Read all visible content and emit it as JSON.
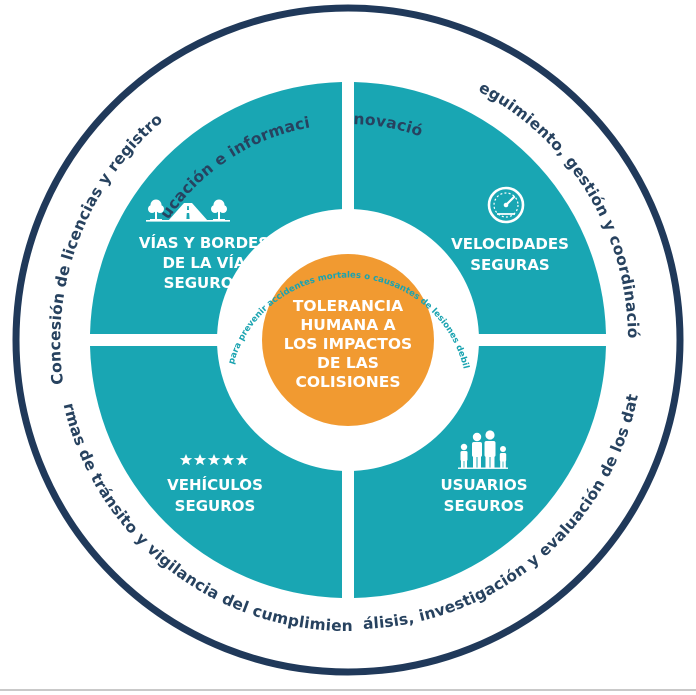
{
  "colors": {
    "teal": "#19a6b3",
    "navy": "#20395a",
    "orange": "#f19a31",
    "white": "#ffffff"
  },
  "ring_labels": {
    "top_left": "Educación e información",
    "top": "Innovación",
    "right_upper": "Seguimiento, gestión y coordinación",
    "left_upper": "Concesión de licencias y registro",
    "left_lower": "Normas de tránsito y vigilancia del cumplimiento",
    "bottom_right": "Análisis, investigación y evaluación de los datos"
  },
  "quadrants": {
    "top_left": {
      "lines": [
        "VÍAS Y BORDES",
        "DE LA VÍA",
        "SEGUROS"
      ],
      "icon": "road-trees-icon"
    },
    "top_right": {
      "lines": [
        "VELOCIDADES",
        "SEGURAS"
      ],
      "icon": "speedometer-icon"
    },
    "bottom_left": {
      "lines": [
        "VEHÍCULOS",
        "SEGUROS"
      ],
      "icon": "five-stars-icon"
    },
    "bottom_right": {
      "lines": [
        "USUARIOS",
        "SEGUROS"
      ],
      "icon": "family-icon"
    }
  },
  "inner_ring_text": "Trabajo para prevenir accidentes mortales o causantes de lesiones debilitantes",
  "center": {
    "lines": [
      "TOLERANCIA",
      "HUMANA A",
      "LOS IMPACTOS",
      "DE LAS",
      "COLISIONES"
    ]
  }
}
